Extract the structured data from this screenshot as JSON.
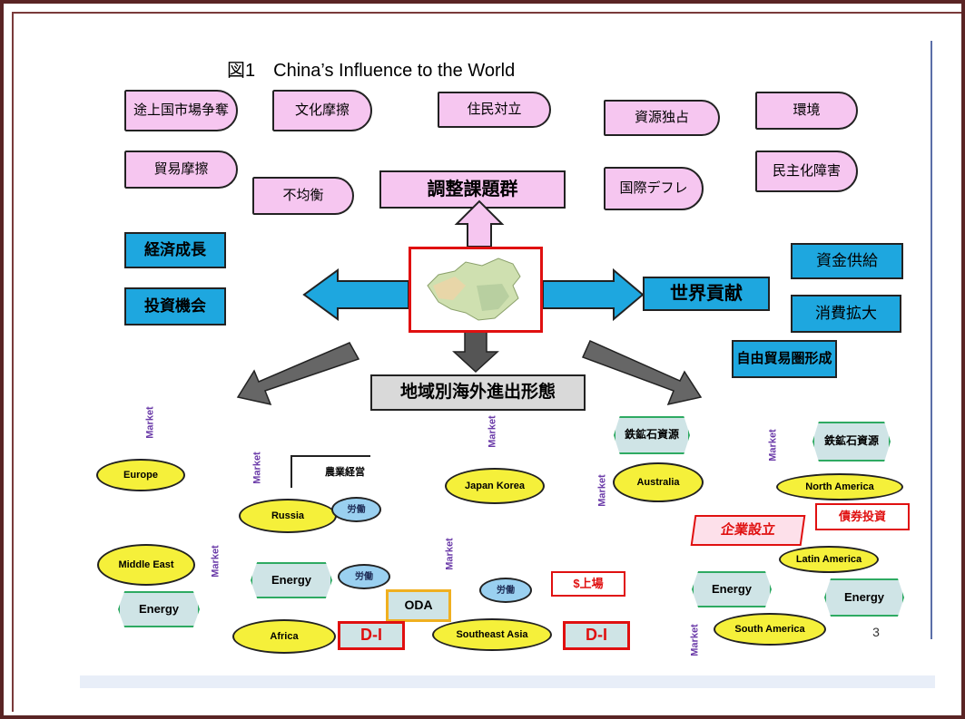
{
  "title": "図1　China’s Influence to the World",
  "issues": {
    "i1": "途上国市場争奪",
    "i2": "文化摩擦",
    "i3": "住民対立",
    "i4": "資源独占",
    "i5": "環境",
    "i6": "貿易摩擦",
    "i7": "不均衡",
    "i8": "国際デフレ",
    "i9": "民主化障害"
  },
  "hub_label": "調整課題群",
  "left": {
    "l1": "経済成長",
    "l2": "投資機会"
  },
  "right": {
    "main": "世界貢献",
    "r1": "資金供給",
    "r2": "消費拡大",
    "r3": "自由貿易圏形成"
  },
  "bottom_label": "地域別海外進出形態",
  "market_mark": "Market",
  "regions": {
    "europe": "Europe",
    "russia": "Russia",
    "japan_korea": "Japan Korea",
    "australia": "Australia",
    "north_america": "North America",
    "middle_east": "Middle East",
    "africa": "Africa",
    "southeast_asia": "Southeast Asia",
    "latin_america": "Latin America",
    "south_america": "South America"
  },
  "labels": {
    "agri": "農業経営",
    "service": "労働",
    "energy": "Energy",
    "oda": "ODA",
    "ore": "鉄鉱石資源",
    "listing": "$上場",
    "di": "D-I",
    "company": "企業設立",
    "bond": "債券投資"
  },
  "page_number": "3",
  "colors": {
    "pink": "#f6c6f0",
    "blue": "#1ea7df",
    "yellow": "#f5f03a",
    "hex_green": "#2eaa62",
    "red": "#e01010",
    "frame": "#5a2424"
  }
}
